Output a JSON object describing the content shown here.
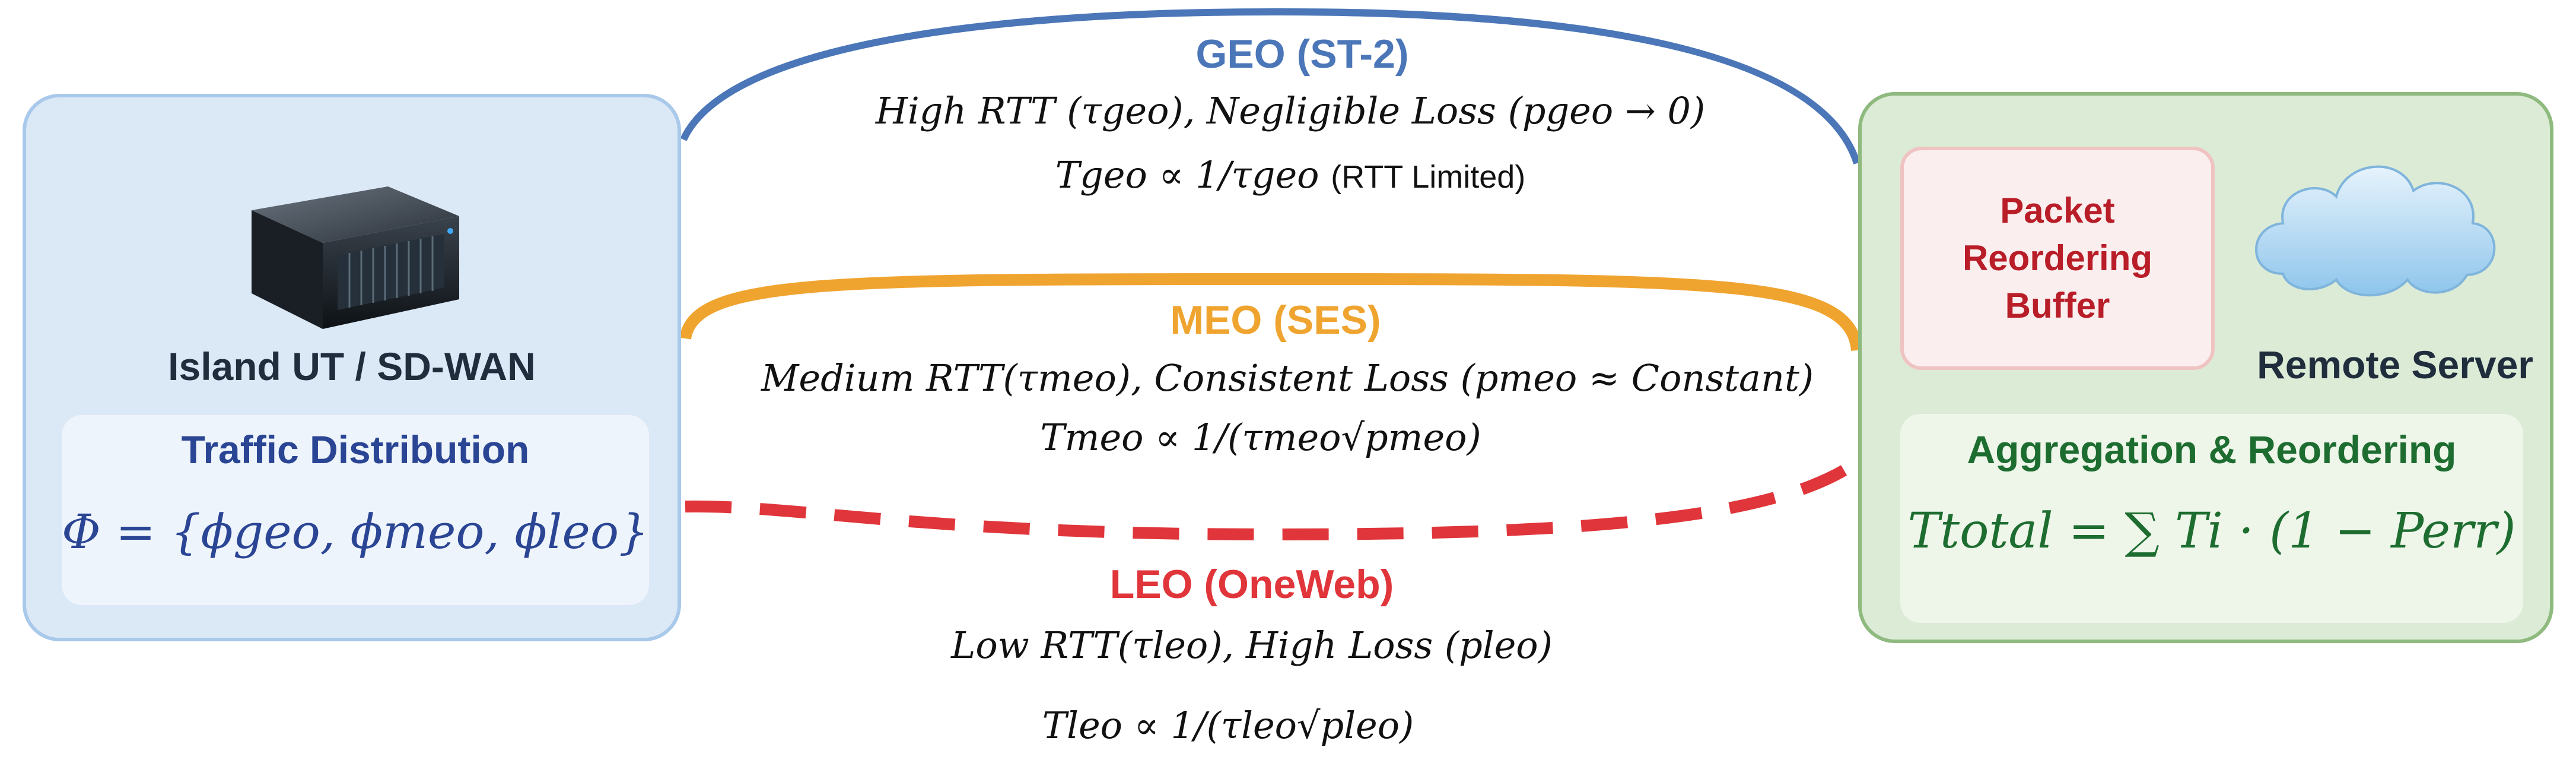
{
  "left_node": {
    "title": "Island UT / SD-WAN",
    "traffic_title": "Traffic Distribution",
    "traffic_formula": "Φ = {ϕgeo, ϕmeo, ϕleo}"
  },
  "right_node": {
    "buffer_label": "Packet\nReordering\nBuffer",
    "server_label": "Remote Server",
    "agg_title": "Aggregation & Reordering",
    "agg_formula": "Ttotal = ∑ Ti · (1 − Perr)"
  },
  "links": {
    "geo": {
      "name": "GEO (ST-2)",
      "formula1": "High RTT (τgeo), Negligible Loss (pgeo → 0)",
      "formula2": "Tgeo ∝ 1/τgeo",
      "formula2_note": "(RTT Limited)",
      "color": "#4b76b8"
    },
    "meo": {
      "name": "MEO (SES)",
      "formula1": "Medium RTT(τmeo), Consistent Loss (pmeo ≈ Constant)",
      "formula2": "Tmeo ∝ 1/(τmeo√pmeo)",
      "color": "#f0a430"
    },
    "leo": {
      "name": "LEO (OneWeb)",
      "formula1": "Low RTT(τleo), High Loss (pleo)",
      "formula2": "Tleo ∝ 1/(τleo√pleo)",
      "color": "#e0353a"
    }
  },
  "icons": {
    "server": "server-rack-icon",
    "cloud": "cloud-icon"
  }
}
